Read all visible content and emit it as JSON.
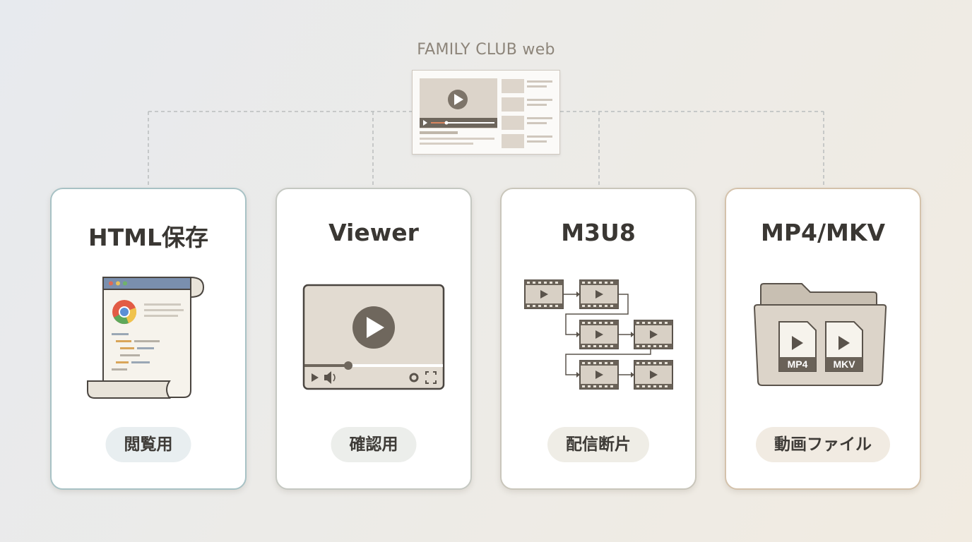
{
  "root": {
    "title": "FAMILY CLUB web"
  },
  "cards": [
    {
      "title": "HTML保存",
      "tag": "閲覧用",
      "icon": "html-document-scroll-icon"
    },
    {
      "title": "Viewer",
      "tag": "確認用",
      "icon": "video-player-icon"
    },
    {
      "title": "M3U8",
      "tag": "配信断片",
      "icon": "video-segments-icon"
    },
    {
      "title": "MP4/MKV",
      "tag": "動画ファイル",
      "icon": "video-files-folder-icon",
      "files": [
        "MP4",
        "MKV"
      ]
    }
  ]
}
